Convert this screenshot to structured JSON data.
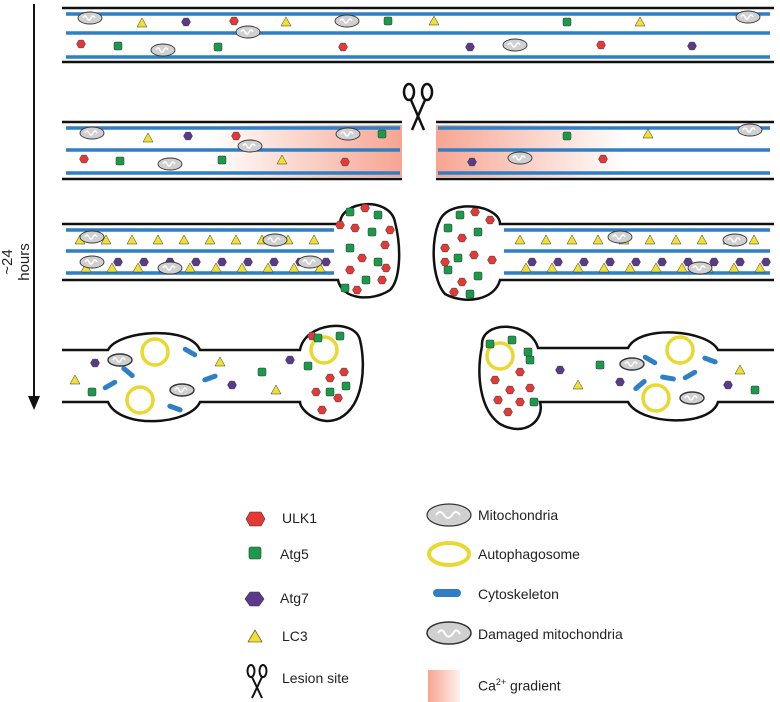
{
  "time_axis": {
    "label": "~24 hours"
  },
  "legend": {
    "ulk1": "ULK1",
    "atg5": "Atg5",
    "atg7": "Atg7",
    "lc3": "LC3",
    "lesion": "Lesion site",
    "mitochondria": "Mitochondria",
    "autophagosome": "Autophagosome",
    "cytoskeleton": "Cytoskeleton",
    "damaged_mito": "Damaged mitochondria",
    "ca_gradient_base": "Ca",
    "ca_gradient_sup": "2+",
    "ca_gradient_tail": " gradient"
  },
  "colors": {
    "ulk1": "#e53935",
    "atg5": "#1a9a4a",
    "atg7": "#5b3a8c",
    "lc3": "#f2e030",
    "cyto": "#2f7fc6",
    "mito_fill": "#d0d0d0",
    "auto_ring": "#e8d830",
    "ca": "#f7a591"
  }
}
